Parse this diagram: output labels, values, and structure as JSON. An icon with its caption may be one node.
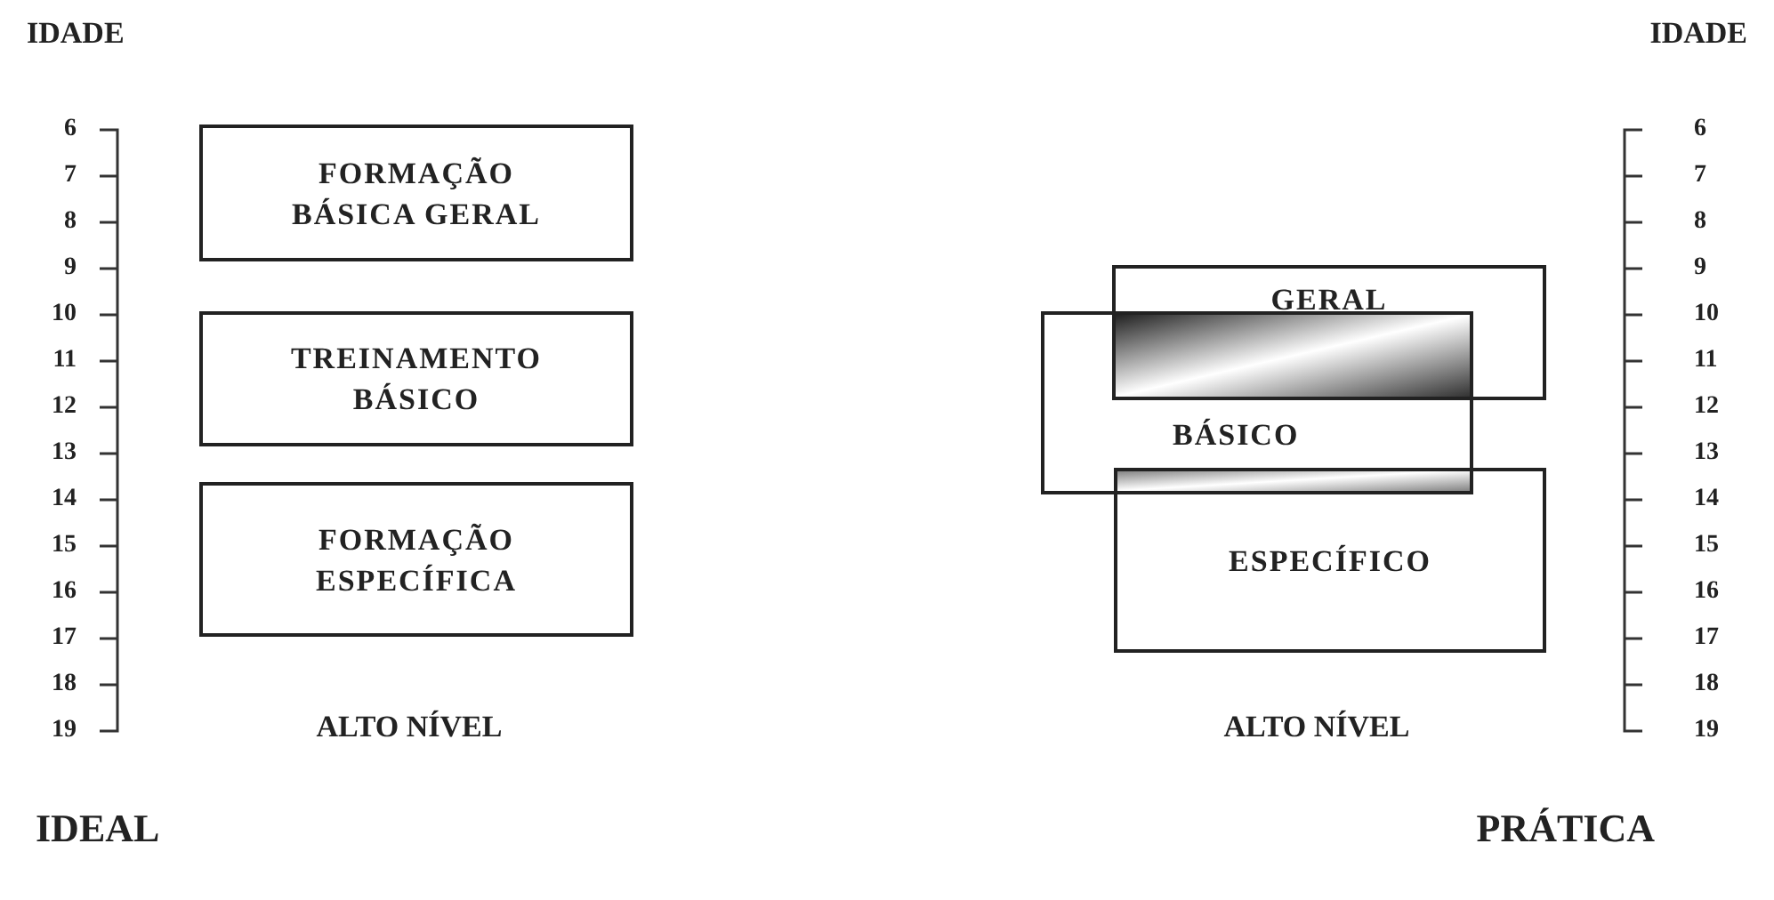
{
  "diagram": {
    "nodes": [
      {
        "text": [
          "FORMAÇÃO BÁSICA GERAL"
        ]
      },
      {
        "text": [
          "TREINAMENTO BÁSICO"
        ]
      },
      {
        "text": [
          "FORMAÇÃO ESPECÍFICA"
        ]
      },
      {
        "text": [
          "GERAL"
        ]
      },
      {
        "text": [
          "BÁSICO"
        ]
      },
      {
        "text": [
          "ESPECÍFICO"
        ]
      }
    ],
    "edges": [],
    "labels": [
      "IDADE",
      "IDADE",
      "6",
      "7",
      "8",
      "9",
      "10",
      "11",
      "12",
      "13",
      "14",
      "15",
      "16",
      "17",
      "18",
      "19",
      "6",
      "7",
      "8",
      "9",
      "10",
      "11",
      "12",
      "13",
      "14",
      "15",
      "16",
      "17",
      "18",
      "19",
      "ALTO NÍVEL",
      "ALTO NÍVEL",
      "IDEAL",
      "PRÁTICA"
    ]
  }
}
